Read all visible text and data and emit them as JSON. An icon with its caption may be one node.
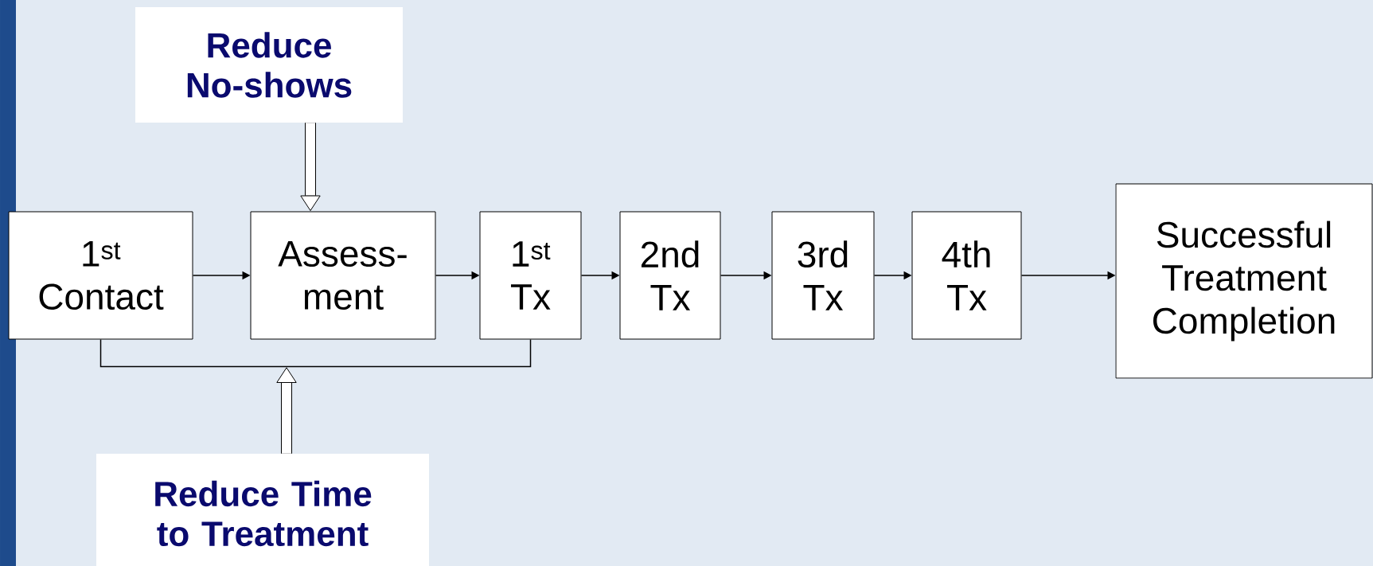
{
  "diagram": {
    "nodes": [
      {
        "text": [
          "Reduce No-shows"
        ]
      },
      {
        "text": [
          "1$^{st}$ Contact"
        ]
      },
      {
        "text": [
          "Assess- ment"
        ]
      },
      {
        "text": [
          "1$^{st}$ Tx"
        ]
      },
      {
        "text": [
          "2nd Tx"
        ]
      },
      {
        "text": [
          "3rd Tx"
        ]
      },
      {
        "text": [
          "4th Tx"
        ]
      },
      {
        "text": [
          "Successful Treatment Completion"
        ]
      },
      {
        "text": [
          "Reduce Time to Treatment"
        ]
      }
    ],
    "edges": [
      {
        "from": 0,
        "to": 2,
        "arrow": "to",
        "style": "thick"
      },
      {
        "from": 1,
        "to": 2,
        "arrow": "to"
      },
      {
        "from": 2,
        "to": 3,
        "arrow": "to"
      },
      {
        "from": 3,
        "to": 4,
        "arrow": "to"
      },
      {
        "from": 4,
        "to": 5,
        "arrow": "to"
      },
      {
        "from": 5,
        "to": 6,
        "arrow": "to"
      },
      {
        "from": 6,
        "to": 7,
        "arrow": "to"
      },
      {
        "from": 1,
        "to": 3,
        "arrow": "none"
      },
      {
        "from": 8,
        "to": null,
        "arrow": "to",
        "style": "thick"
      }
    ]
  }
}
